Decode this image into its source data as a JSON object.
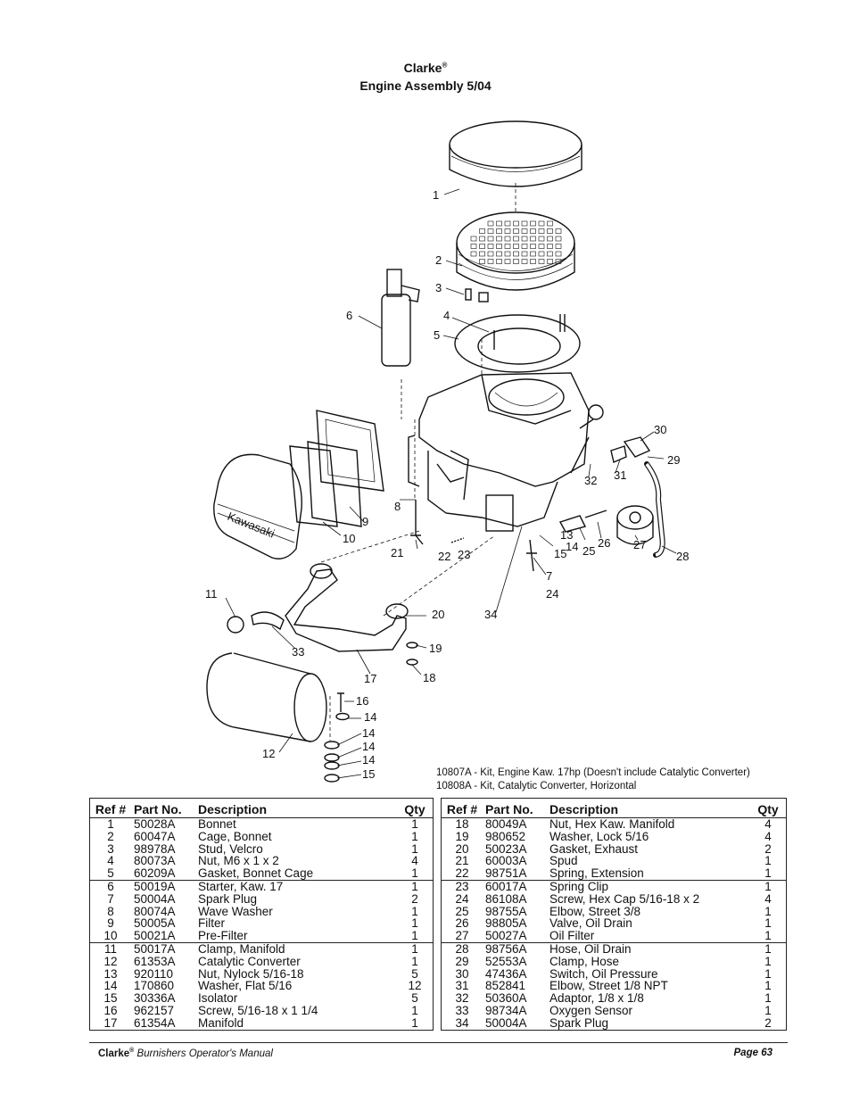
{
  "header": {
    "brand": "Clarke",
    "brand_mark": "®",
    "subtitle": "Engine Assembly  5/04"
  },
  "diagram": {
    "callouts": [
      "1",
      "2",
      "3",
      "4",
      "5",
      "6",
      "30",
      "29",
      "31",
      "32",
      "8",
      "9",
      "10",
      "13",
      "14",
      "25",
      "26",
      "27",
      "21",
      "22",
      "23",
      "15",
      "7",
      "28",
      "24",
      "11",
      "20",
      "34",
      "33",
      "19",
      "17",
      "18",
      "16",
      "14",
      "14",
      "14",
      "14",
      "12",
      "15"
    ],
    "cover_brand": "Kawasaki"
  },
  "kits": [
    "10807A - Kit, Engine Kaw. 17hp (Doesn't include Catalytic Converter)",
    "10808A - Kit, Catalytic Converter, Horizontal"
  ],
  "table_headers": {
    "ref": "Ref #",
    "part": "Part No.",
    "desc": "Description",
    "qty": "Qty"
  },
  "left_table": [
    {
      "ref": "1",
      "part": "50028A",
      "desc": "Bonnet",
      "qty": "1"
    },
    {
      "ref": "2",
      "part": "60047A",
      "desc": "Cage, Bonnet",
      "qty": "1"
    },
    {
      "ref": "3",
      "part": "98978A",
      "desc": "Stud, Velcro",
      "qty": "1"
    },
    {
      "ref": "4",
      "part": "80073A",
      "desc": "Nut, M6 x 1 x 2",
      "qty": "4"
    },
    {
      "ref": "5",
      "part": "60209A",
      "desc": "Gasket, Bonnet Cage",
      "qty": "1"
    },
    {
      "ref": "6",
      "part": "50019A",
      "desc": "Starter, Kaw. 17",
      "qty": "1"
    },
    {
      "ref": "7",
      "part": "50004A",
      "desc": "Spark Plug",
      "qty": "2"
    },
    {
      "ref": "8",
      "part": "80074A",
      "desc": "Wave Washer",
      "qty": "1"
    },
    {
      "ref": "9",
      "part": "50005A",
      "desc": "Filter",
      "qty": "1"
    },
    {
      "ref": "10",
      "part": "50021A",
      "desc": "Pre-Filter",
      "qty": "1"
    },
    {
      "ref": "11",
      "part": "50017A",
      "desc": "Clamp, Manifold",
      "qty": "1"
    },
    {
      "ref": "12",
      "part": "61353A",
      "desc": "Catalytic Converter",
      "qty": "1"
    },
    {
      "ref": "13",
      "part": "920110",
      "desc": "Nut, Nylock 5/16-18",
      "qty": "5"
    },
    {
      "ref": "14",
      "part": "170860",
      "desc": "Washer, Flat 5/16",
      "qty": "12"
    },
    {
      "ref": "15",
      "part": "30336A",
      "desc": "Isolator",
      "qty": "5"
    },
    {
      "ref": "16",
      "part": "962157",
      "desc": "Screw, 5/16-18 x 1 1/4",
      "qty": "1"
    },
    {
      "ref": "17",
      "part": "61354A",
      "desc": "Manifold",
      "qty": "1"
    }
  ],
  "right_table": [
    {
      "ref": "18",
      "part": "80049A",
      "desc": "Nut, Hex Kaw. Manifold",
      "qty": "4"
    },
    {
      "ref": "19",
      "part": "980652",
      "desc": "Washer, Lock 5/16",
      "qty": "4"
    },
    {
      "ref": "20",
      "part": "50023A",
      "desc": "Gasket, Exhaust",
      "qty": "2"
    },
    {
      "ref": "21",
      "part": "60003A",
      "desc": "Spud",
      "qty": "1"
    },
    {
      "ref": "22",
      "part": "98751A",
      "desc": "Spring, Extension",
      "qty": "1"
    },
    {
      "ref": "23",
      "part": "60017A",
      "desc": "Spring Clip",
      "qty": "1"
    },
    {
      "ref": "24",
      "part": "86108A",
      "desc": "Screw, Hex Cap 5/16-18 x 2",
      "qty": "4"
    },
    {
      "ref": "25",
      "part": "98755A",
      "desc": "Elbow, Street 3/8",
      "qty": "1"
    },
    {
      "ref": "26",
      "part": "98805A",
      "desc": "Valve, Oil Drain",
      "qty": "1"
    },
    {
      "ref": "27",
      "part": "50027A",
      "desc": "Oil Filter",
      "qty": "1"
    },
    {
      "ref": "28",
      "part": "98756A",
      "desc": "Hose, Oil Drain",
      "qty": "1"
    },
    {
      "ref": "29",
      "part": "52553A",
      "desc": "Clamp, Hose",
      "qty": "1"
    },
    {
      "ref": "30",
      "part": "47436A",
      "desc": "Switch, Oil Pressure",
      "qty": "1"
    },
    {
      "ref": "31",
      "part": "852841",
      "desc": "Elbow, Street 1/8 NPT",
      "qty": "1"
    },
    {
      "ref": "32",
      "part": "50360A",
      "desc": "Adaptor, 1/8 x 1/8",
      "qty": "1"
    },
    {
      "ref": "33",
      "part": "98734A",
      "desc": "Oxygen Sensor",
      "qty": "1"
    },
    {
      "ref": "34",
      "part": "50004A",
      "desc": "Spark Plug",
      "qty": "2"
    }
  ],
  "footer": {
    "brand": "Clarke",
    "brand_mark": "®",
    "manual": "Burnishers Operator's Manual",
    "page": "Page  63"
  }
}
